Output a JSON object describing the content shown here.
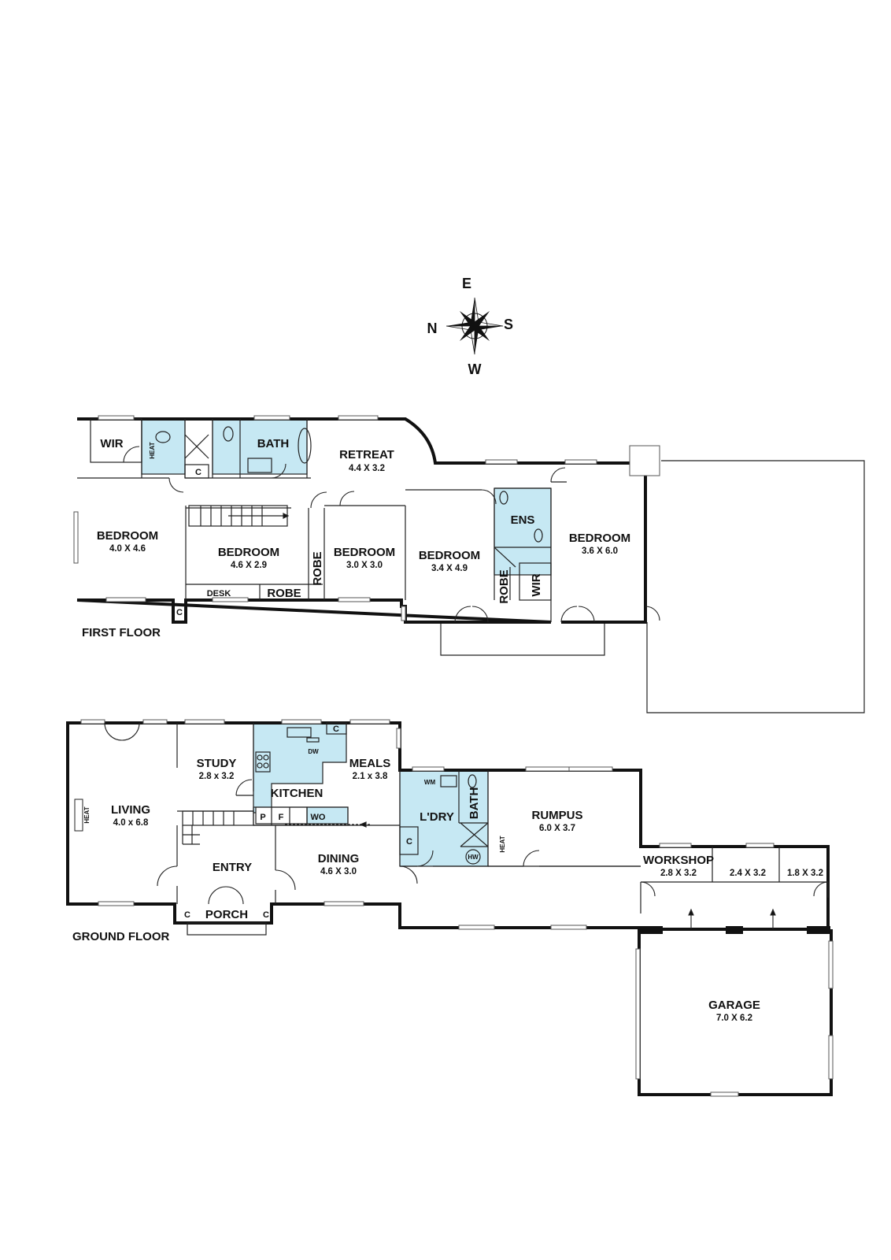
{
  "compass": {
    "north": "N",
    "east": "E",
    "south": "S",
    "west": "W"
  },
  "first_floor": {
    "label": "FIRST FLOOR",
    "rooms": {
      "wir_left": "WIR",
      "heat": "HEAT",
      "c_bath": "C",
      "bath": "BATH",
      "retreat": {
        "name": "RETREAT",
        "dim": "4.4 X 3.2"
      },
      "bedroom1": {
        "name": "BEDROOM",
        "dim": "4.0 X 4.6"
      },
      "bedroom2": {
        "name": "BEDROOM",
        "dim": "4.6 X 2.9"
      },
      "bedroom3": {
        "name": "BEDROOM",
        "dim": "3.0 X 3.0"
      },
      "bedroom4": {
        "name": "BEDROOM",
        "dim": "3.4 X 4.9"
      },
      "bedroom5": {
        "name": "BEDROOM",
        "dim": "3.6 X 6.0"
      },
      "desk": "DESK",
      "robe1": "ROBE",
      "robe2": "ROBE",
      "robe3": "ROBE",
      "ens": "ENS",
      "wir_right": "WIR",
      "c_landing": "C"
    }
  },
  "ground_floor": {
    "label": "GROUND FLOOR",
    "rooms": {
      "living": {
        "name": "LIVING",
        "dim": "4.0 x 6.8"
      },
      "heat_living": "HEAT",
      "study": {
        "name": "STUDY",
        "dim": "2.8 x 3.2"
      },
      "kitchen": "KITCHEN",
      "dw": "DW",
      "c_kitchen": "C",
      "meals": {
        "name": "MEALS",
        "dim": "2.1 x 3.8"
      },
      "p": "P",
      "f": "F",
      "wo": "WO",
      "entry": "ENTRY",
      "dining": {
        "name": "DINING",
        "dim": "4.6 X 3.0"
      },
      "c_porch_left": "C",
      "porch": "PORCH",
      "c_porch_right": "C",
      "wm": "WM",
      "ldry": "L'DRY",
      "bath": "BATH",
      "c_ldry": "C",
      "hw": "HW",
      "heat_rumpus": "HEAT",
      "rumpus": {
        "name": "RUMPUS",
        "dim": "6.0 X 3.7"
      },
      "workshop": {
        "name": "WORKSHOP",
        "dim": "2.8 X 3.2"
      },
      "store1": "2.4 X 3.2",
      "store2": "1.8 X 3.2",
      "garage": {
        "name": "GARAGE",
        "dim": "7.0 X 6.2"
      }
    }
  }
}
